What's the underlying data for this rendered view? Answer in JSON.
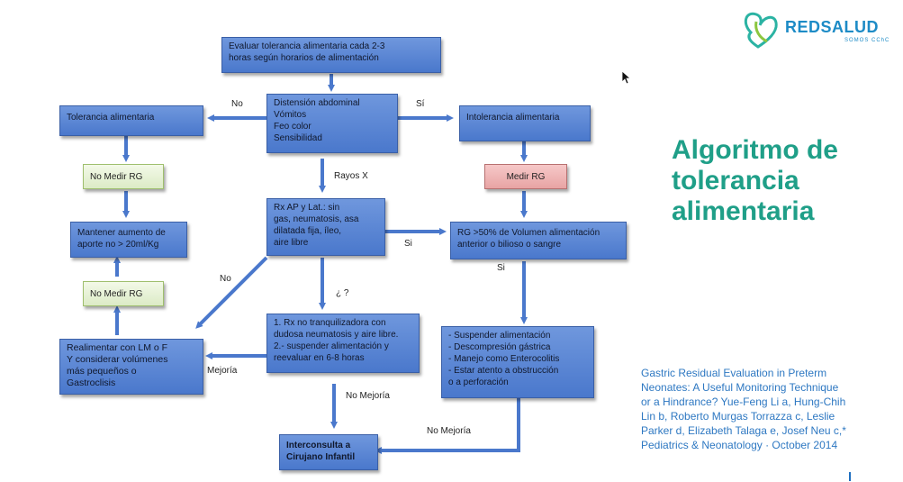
{
  "logo": {
    "text": "REDSALUD",
    "subtitle": "SOMOS CChC"
  },
  "title": [
    "Algoritmo de",
    "tolerancia",
    "alimentaria"
  ],
  "reference": [
    "Gastric Residual Evaluation in Preterm",
    "Neonates: A Useful Monitoring Technique",
    "or a Hindrance? Yue-Feng Li a, Hung-Chih",
    "Lin b, Roberto Murgas Torrazza c, Leslie",
    "Parker d, Elizabeth Talaga e, Josef Neu c,*",
    "Pediatrics & Neonatology · October 2014"
  ],
  "boxes": {
    "evaluate": [
      "Evaluar tolerancia  alimentaria cada 2-3",
      "horas según horarios de alimentación"
    ],
    "symptoms": [
      "Distensión abdominal",
      "Vómitos",
      "Feo  color",
      "Sensibilidad"
    ],
    "tolerance": [
      "Tolerancia  alimentaria"
    ],
    "intolerance": [
      "Intolerancia alimentaria"
    ],
    "no_medir_1": [
      "No Medir RG"
    ],
    "medir_rg": [
      "Medir RG"
    ],
    "mantener": [
      "Mantener aumento de",
      "aporte  no > 20ml/Kg"
    ],
    "rx": [
      "Rx AP y Lat.: sin",
      "gas, neumatosis, asa",
      "dilatada fija, íleo,",
      "aire libre"
    ],
    "rg50": [
      "RG >50% de Volumen alimentación",
      "anterior o bilioso o sangre"
    ],
    "no_medir_2": [
      "No Medir RG"
    ],
    "realimentar": [
      "Realimentar con LM o F",
      "Y considerar volúmenes",
      "más pequeños o",
      "Gastroclisis"
    ],
    "rx_no": [
      "1. Rx no tranquilizadora con",
      "dudosa neumatosis y aire libre.",
      "2.- suspender alimentación y",
      "reevaluar en  6-8 horas"
    ],
    "suspender": [
      "- Suspender alimentación",
      "- Descompresión gástrica",
      "- Manejo como Enterocolitis",
      "- Estar atento a obstrucción",
      "o a perforación"
    ],
    "interconsulta": [
      "Interconsulta a",
      "Cirujano Infantil"
    ]
  },
  "labels": {
    "no_top": "No",
    "si_top": "Sí",
    "rayos_x": "Rayos X",
    "si_rx": "Si",
    "si_rg": "Si",
    "no_left": "No",
    "question": "¿ ?",
    "mejoria": "Mejoría",
    "no_mejoria_1": "No Mejoría",
    "no_mejoria_2": "No Mejoría"
  },
  "colors": {
    "box_blue": "#5b86d6",
    "box_green": "#e8f2d8",
    "box_pink": "#eeb4b4",
    "title": "#1f9f88",
    "reference": "#2e78c2",
    "arrow": "#4a78cc"
  }
}
